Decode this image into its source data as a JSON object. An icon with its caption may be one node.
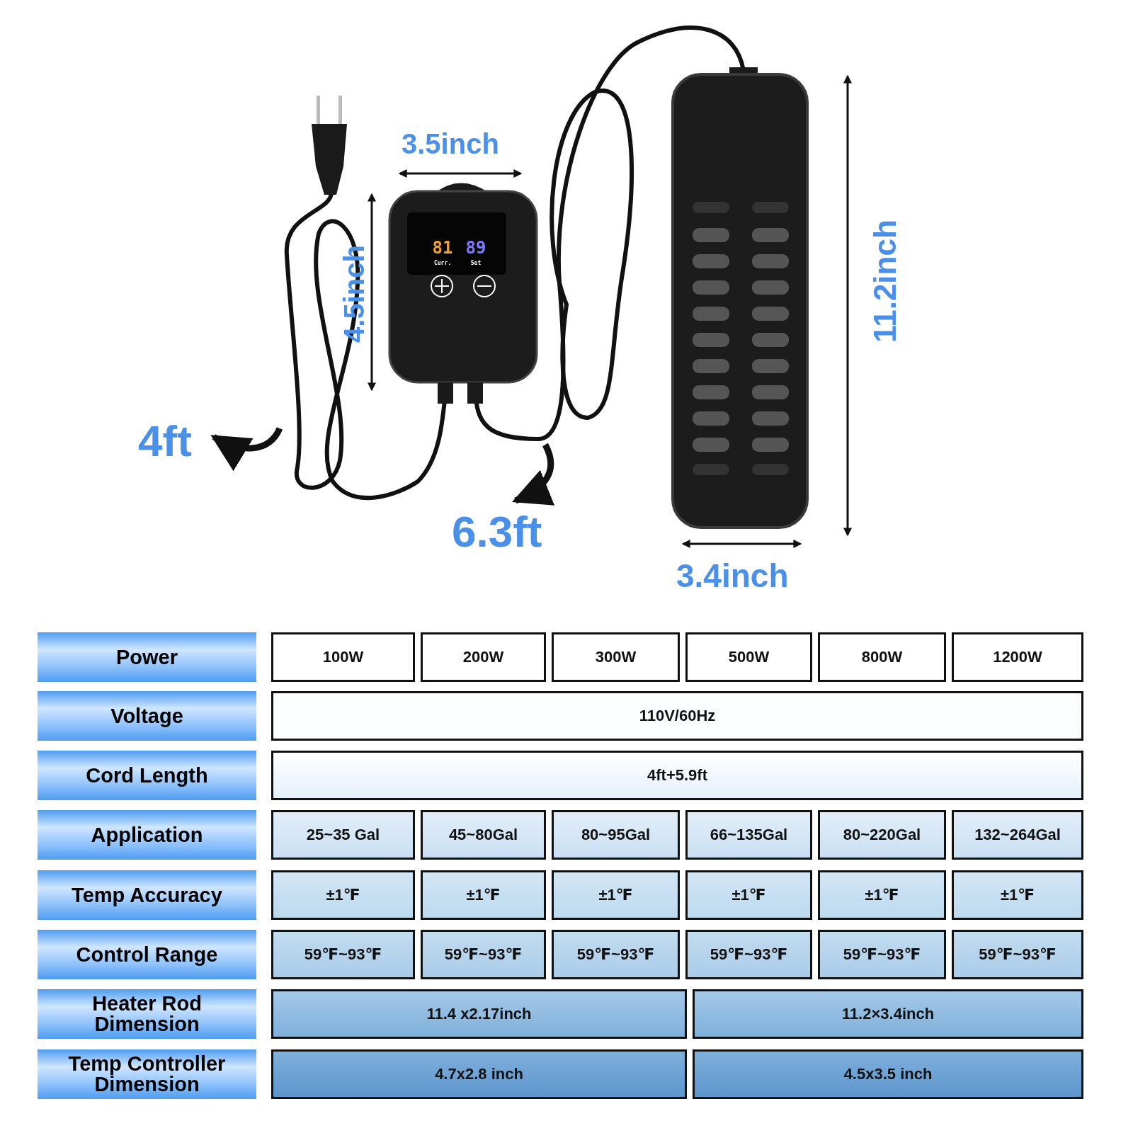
{
  "diagram": {
    "nodes": [
      {
        "text": [
          "4ft"
        ]
      },
      {
        "text": [
          "6.3ft"
        ]
      }
    ],
    "edges": [
      {
        "from": null,
        "to": 0,
        "arrow": "to"
      },
      {
        "from": null,
        "to": 1,
        "arrow": "to"
      }
    ],
    "labels": [
      "3.5inch",
      "81",
      "89",
      "Curr.",
      "Set",
      "4.5inch",
      "11.2inch",
      "3.4inch",
      "Power",
      "100W",
      "200W",
      "300W",
      "500W",
      "800W",
      "1200W",
      "Voltage",
      "110V/60Hz",
      "Cord Length",
      "4ft+5.9ft",
      "Application",
      "25~35 Gal",
      "45~80Gal",
      "80~95Gal",
      "66~135Gal",
      "80~220Gal",
      "132~264Gal",
      "Temp Accuracy",
      "±1℉",
      "±1℉",
      "±1℉",
      "±1℉",
      "±1℉",
      "±1℉",
      "Control Range",
      "59℉~93℉",
      "59℉~93℉",
      "59℉~93℉",
      "59℉~93℉",
      "59℉~93℉",
      "59℉~93℉",
      "Heater Rod Dimension",
      "11.4 x2.17inch",
      "11.2×3.4inch",
      "Temp Controller Dimension",
      "4.7x2.8 inch",
      "4.5x3.5 inch"
    ]
  }
}
